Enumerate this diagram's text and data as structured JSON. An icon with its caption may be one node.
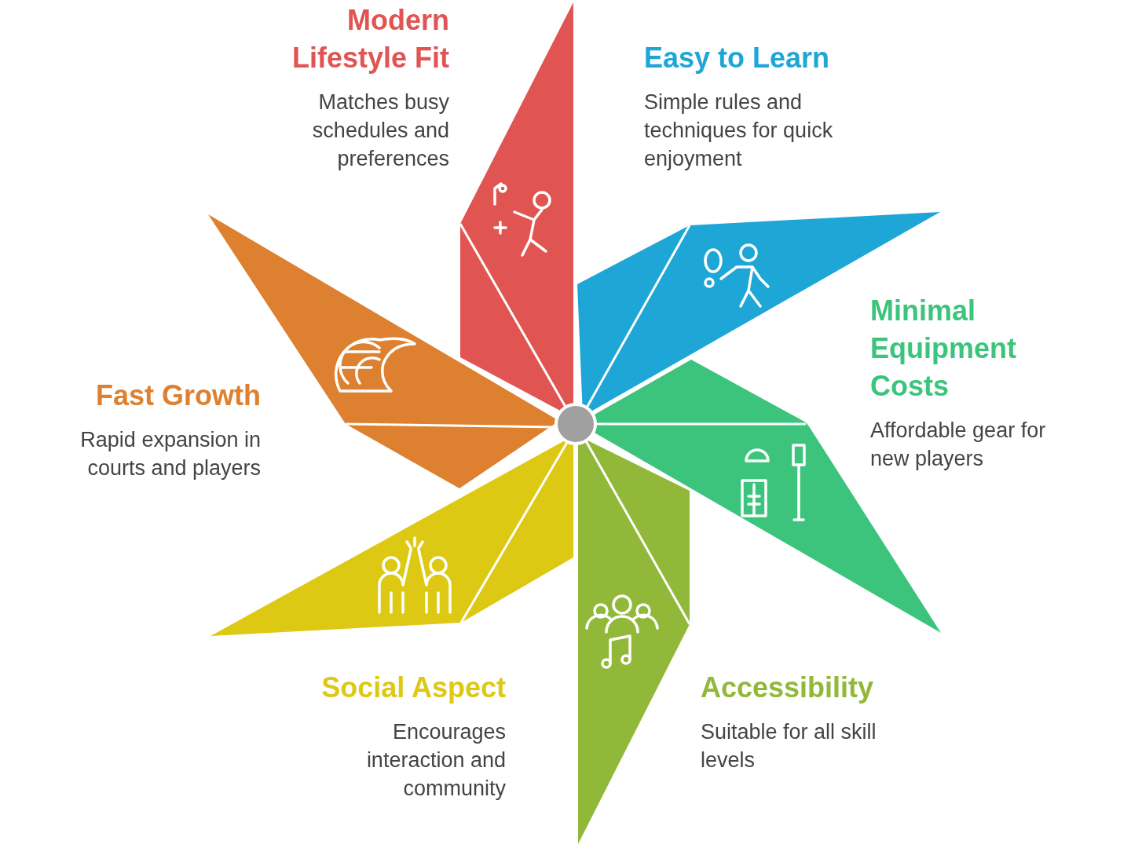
{
  "diagram": {
    "nodes": [
      {
        "text": [
          "Modern Lifestyle Fit",
          "Matches busy schedules and preferences"
        ]
      },
      {
        "text": [
          "Easy to Learn",
          "Simple rules and techniques for quick enjoyment"
        ]
      },
      {
        "text": [
          "Minimal Equipment Costs",
          "Affordable gear for new players"
        ]
      },
      {
        "text": [
          "Accessibility",
          "Suitable for all skill levels"
        ]
      },
      {
        "text": [
          "Social Aspect",
          "Encourages interaction and community"
        ]
      },
      {
        "text": [
          "Fast Growth",
          "Rapid expansion in courts and players"
        ]
      }
    ],
    "edges": []
  }
}
